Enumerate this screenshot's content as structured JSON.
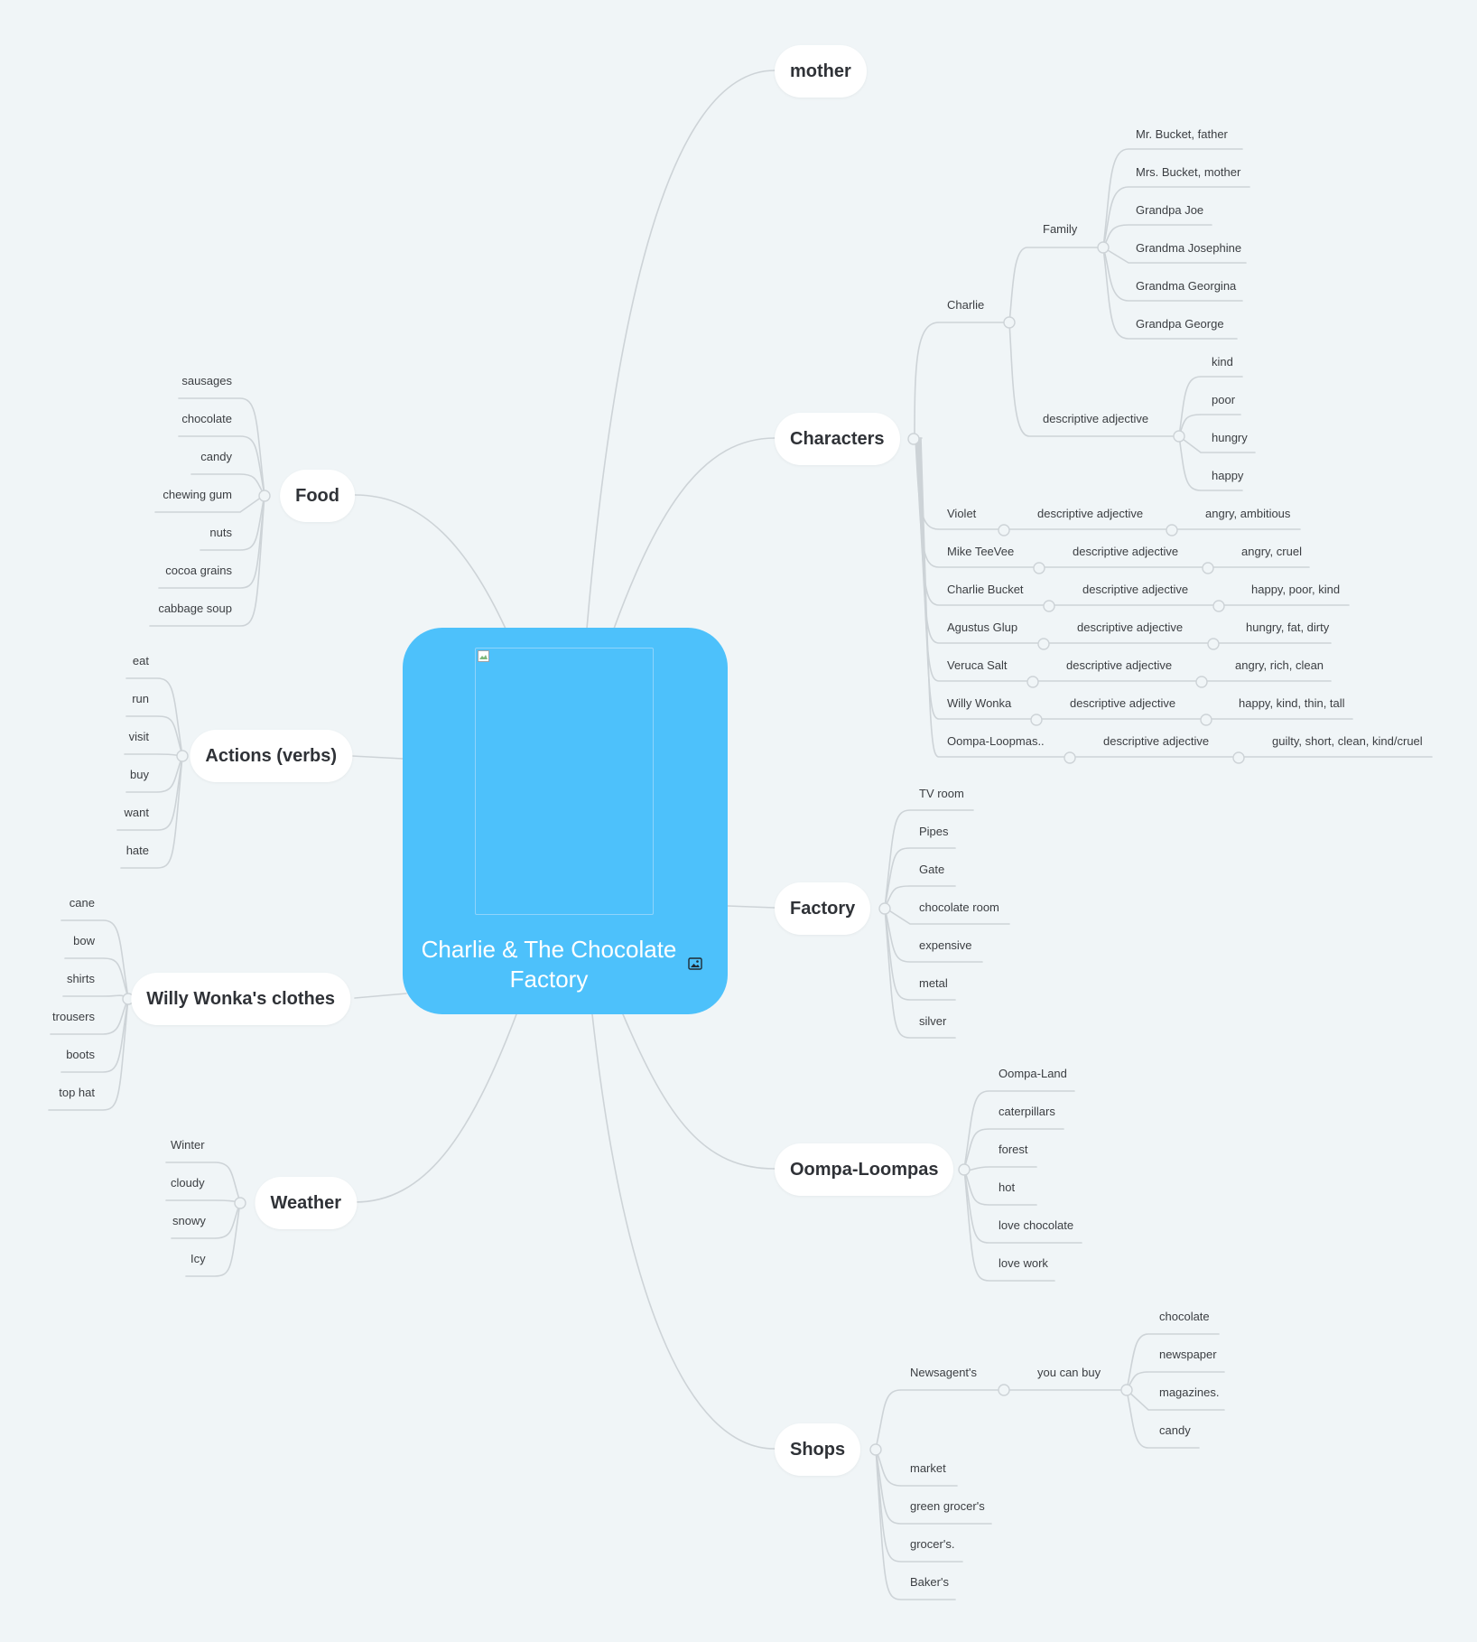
{
  "center": {
    "title_line1": "Charlie & The Chocolate",
    "title_line2": "Factory",
    "color": "#4dc1fb",
    "image_icon": "image-icon"
  },
  "colors": {
    "background": "#f0f5f7",
    "line": "#cdd3d7",
    "topic": "#ffffff"
  },
  "topics": {
    "mother": "mother",
    "characters": "Characters",
    "factory": "Factory",
    "oompa": "Oompa-Loompas",
    "shops": "Shops",
    "food": "Food",
    "actions": "Actions (verbs)",
    "clothes": "Willy Wonka's clothes",
    "weather": "Weather"
  },
  "characters": {
    "charlie": "Charlie",
    "family": "Family",
    "family_members": [
      "Mr. Bucket, father",
      "Mrs. Bucket, mother",
      "Grandpa Joe",
      "Grandma Josephine",
      "Grandma Georgina",
      "Grandpa George"
    ],
    "charlie_adj_label": "descriptive adjective",
    "charlie_adjs": [
      "kind",
      "poor",
      "hungry",
      "happy"
    ],
    "adj_label": "descriptive adjective",
    "others": [
      {
        "name": "Violet",
        "adj": "angry, ambitious"
      },
      {
        "name": "Mike TeeVee",
        "adj": "angry, cruel"
      },
      {
        "name": "Charlie Bucket",
        "adj": "happy, poor, kind"
      },
      {
        "name": "Agustus Glup",
        "adj": "hungry, fat, dirty"
      },
      {
        "name": "Veruca Salt",
        "adj": "angry, rich, clean"
      },
      {
        "name": "Willy Wonka",
        "adj": "happy, kind, thin, tall"
      },
      {
        "name": "Oompa-Loopmas..",
        "adj": "guilty, short, clean, kind/cruel"
      }
    ]
  },
  "factory": [
    "TV room",
    "Pipes",
    "Gate",
    "chocolate room",
    "expensive",
    "metal",
    "silver"
  ],
  "oompa": [
    "Oompa-Land",
    "caterpillars",
    "forest",
    "hot",
    "love chocolate",
    "love work"
  ],
  "shops": {
    "newsagents": "Newsagent's",
    "you_can_buy": "you can buy",
    "buy_items": [
      "chocolate",
      "newspaper",
      "magazines.",
      "candy"
    ],
    "others": [
      "market",
      "green grocer's",
      "grocer's.",
      "Baker's"
    ]
  },
  "food": [
    "sausages",
    "chocolate",
    "candy",
    "chewing gum",
    "nuts",
    "cocoa grains",
    "cabbage soup"
  ],
  "actions": [
    "eat",
    "run",
    "visit",
    "buy",
    "want",
    "hate"
  ],
  "clothes": [
    "cane",
    "bow",
    "shirts",
    "trousers",
    "boots",
    "top hat"
  ],
  "weather": [
    "Winter",
    "cloudy",
    "snowy",
    "Icy"
  ]
}
